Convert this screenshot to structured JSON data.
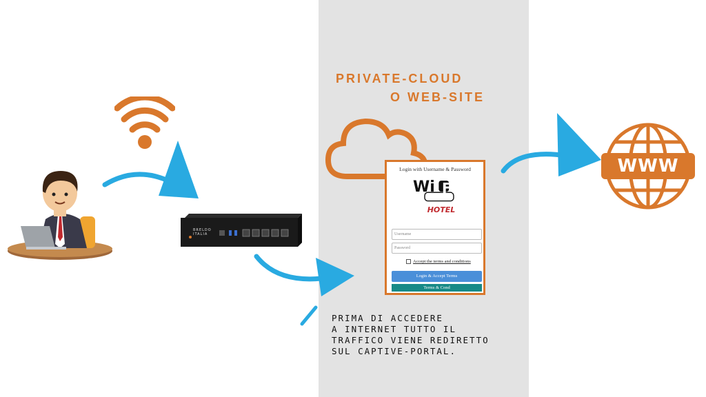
{
  "cloud": {
    "title_line1": "PRIVATE-CLOUD",
    "title_line2": "O WEB-SITE"
  },
  "note": {
    "lines": [
      "PRIMA DI ACCEDERE",
      "A INTERNET TUTTO IL",
      "TRAFFICO VIENE REDIRETTO",
      "SUL CAPTIVE-PORTAL."
    ]
  },
  "portal": {
    "title": "Login with Username & Password",
    "logo_wi": "Wi",
    "logo_fi": "Fi",
    "logo_sub": "HOTEL",
    "username_placeholder": "Username",
    "password_placeholder": "Password",
    "terms_label": "Accept the terms and conditions",
    "login_button": "Login & Accept Terms",
    "terms_button": "Terms & Cond"
  },
  "router": {
    "brand_line1": "BRELDO",
    "brand_line2": "ITALIA"
  },
  "www": {
    "label": "WWW"
  },
  "colors": {
    "accent_orange": "#d9782c",
    "arrow_blue": "#29aae1",
    "panel_gray": "#e3e3e3",
    "login_blue": "#4a8fd9",
    "teal": "#178a87"
  },
  "icons": [
    "person-laptop-icon",
    "wifi-icon",
    "router-icon",
    "cloud-icon",
    "globe-www-icon",
    "arrow-icon"
  ]
}
